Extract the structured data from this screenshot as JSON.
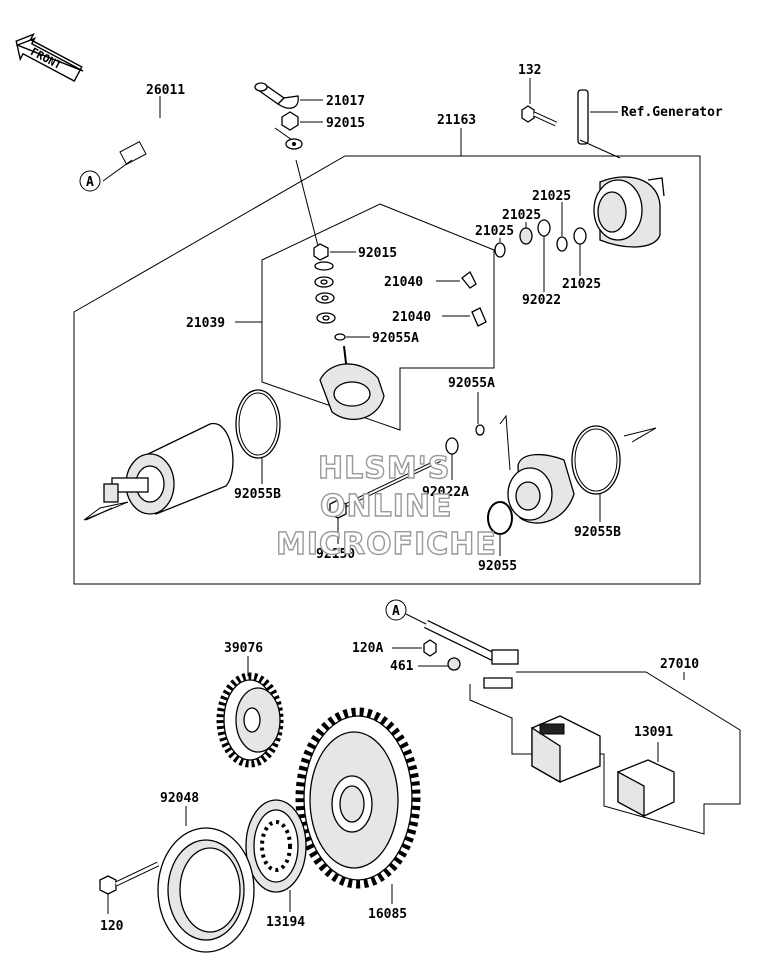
{
  "front_label": "FRONT",
  "callout_a": "A",
  "reference": "Ref.Generator",
  "watermark": [
    "HLSM'S",
    "ONLINE",
    "MICROFICHE"
  ],
  "parts": {
    "p26011": "26011",
    "p21017": "21017",
    "p92015_top": "92015",
    "p132": "132",
    "p21163": "21163",
    "p21025_a": "21025",
    "p21025_b": "21025",
    "p21025_c": "21025",
    "p21025_d": "21025",
    "p92022": "92022",
    "p92015_mid": "92015",
    "p21040_a": "21040",
    "p21040_b": "21040",
    "p21039": "21039",
    "p92055A_a": "92055A",
    "p92055A_b": "92055A",
    "p92055B_left": "92055B",
    "p92022A": "92022A",
    "p92150": "92150",
    "p92055": "92055",
    "p92055B_right": "92055B",
    "p120A": "120A",
    "p461": "461",
    "p27010": "27010",
    "p39076": "39076",
    "p13091": "13091",
    "p92048": "92048",
    "p120": "120",
    "p13194": "13194",
    "p16085": "16085"
  }
}
